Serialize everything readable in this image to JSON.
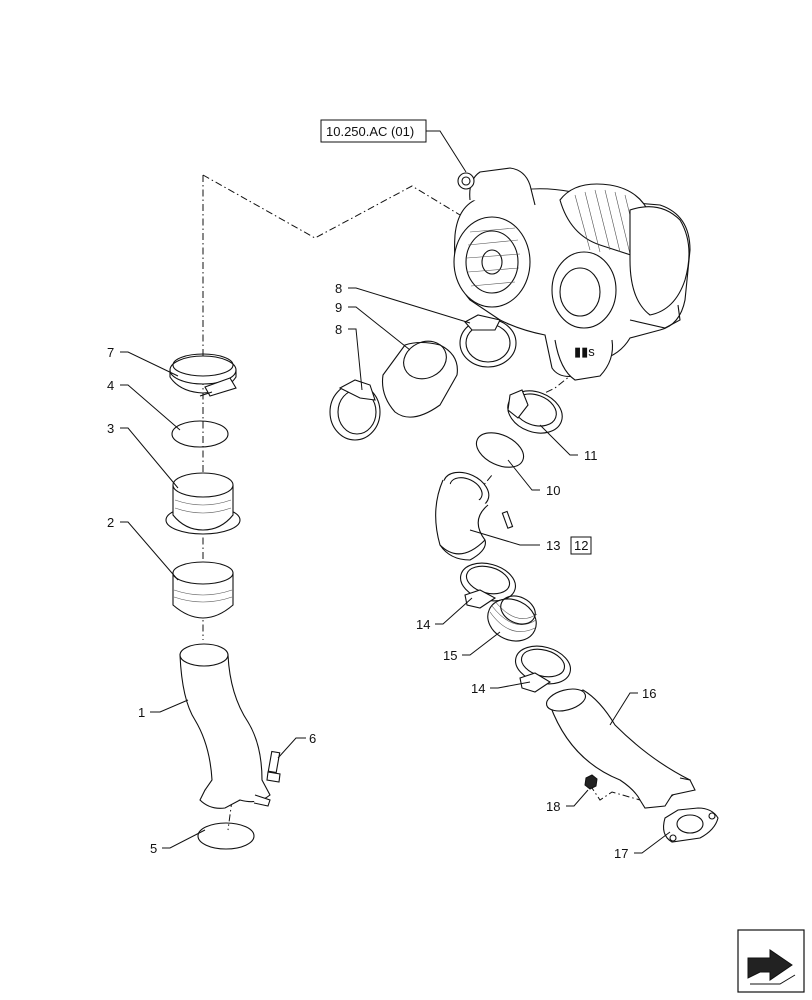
{
  "reference_box": "10.250.AC (01)",
  "callouts": {
    "c1": "1",
    "c2": "2",
    "c3": "3",
    "c4": "4",
    "c5": "5",
    "c6": "6",
    "c7": "7",
    "c8a": "8",
    "c8b": "8",
    "c9": "9",
    "c10": "10",
    "c11": "11",
    "c12": "12",
    "c13": "13",
    "c14a": "14",
    "c14b": "14",
    "c15": "15",
    "c16": "16",
    "c17": "17",
    "c18": "18"
  },
  "nav_icon": "next-page-arrow-icon"
}
